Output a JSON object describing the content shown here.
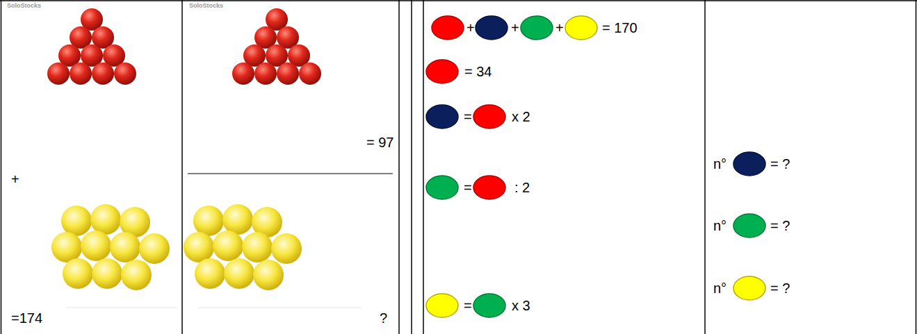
{
  "diagram": {
    "labels": [
      "SoloStocks",
      "+",
      "=174",
      "SoloStocks",
      "= 97",
      "?",
      "+",
      "+",
      "+",
      "= 170",
      "= 34",
      "=",
      "x 2",
      "=",
      ": 2",
      "=",
      "x 3",
      "n°",
      "= ?",
      "n°",
      "= ?",
      "n°",
      "= ?"
    ]
  }
}
